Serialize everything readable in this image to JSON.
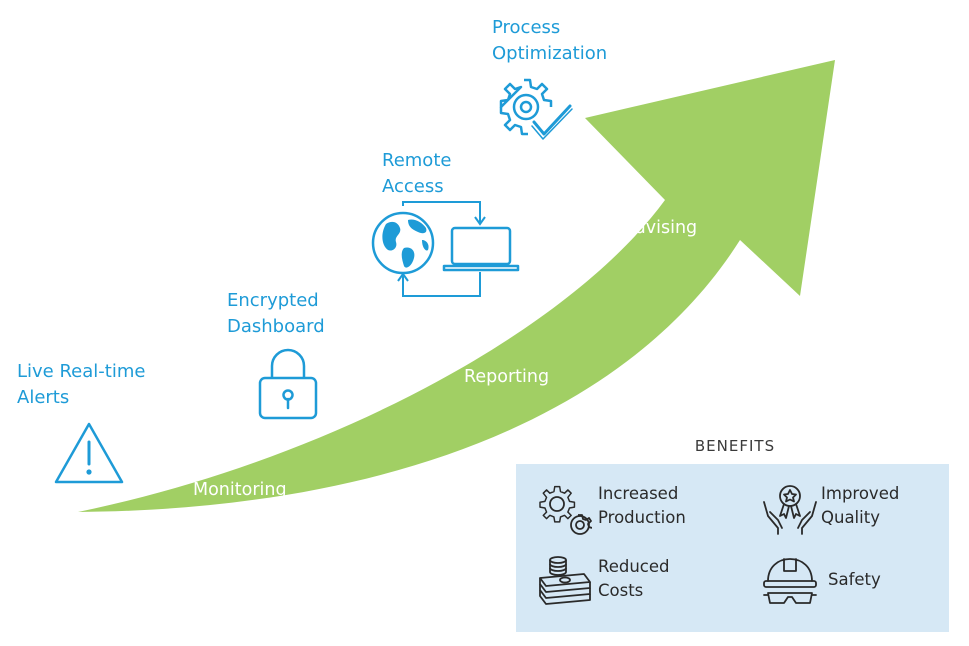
{
  "features": {
    "alerts": {
      "title": "Live Real-time\nAlerts",
      "icon": "warning-triangle-icon"
    },
    "dashboard": {
      "title": "Encrypted\nDashboard",
      "icon": "padlock-icon"
    },
    "remote": {
      "title": "Remote\nAccess",
      "icon": "globe-laptop-icon"
    },
    "process": {
      "title": "Process\nOptimization",
      "icon": "gear-check-icon"
    }
  },
  "stages": {
    "monitoring": "Monitoring",
    "reporting": "Reporting",
    "advising": "Advising"
  },
  "benefits": {
    "heading": "BENEFITS",
    "items": [
      {
        "label": "Increased\nProduction",
        "icon": "gears-icon"
      },
      {
        "label": "Improved\nQuality",
        "icon": "hands-award-icon"
      },
      {
        "label": "Reduced\nCosts",
        "icon": "money-stack-icon"
      },
      {
        "label": "Safety",
        "icon": "hard-hat-goggles-icon"
      }
    ]
  },
  "colors": {
    "arrow": "#a1cf64",
    "accent_blue": "#1e9bd7",
    "panel": "#d6e8f5"
  }
}
